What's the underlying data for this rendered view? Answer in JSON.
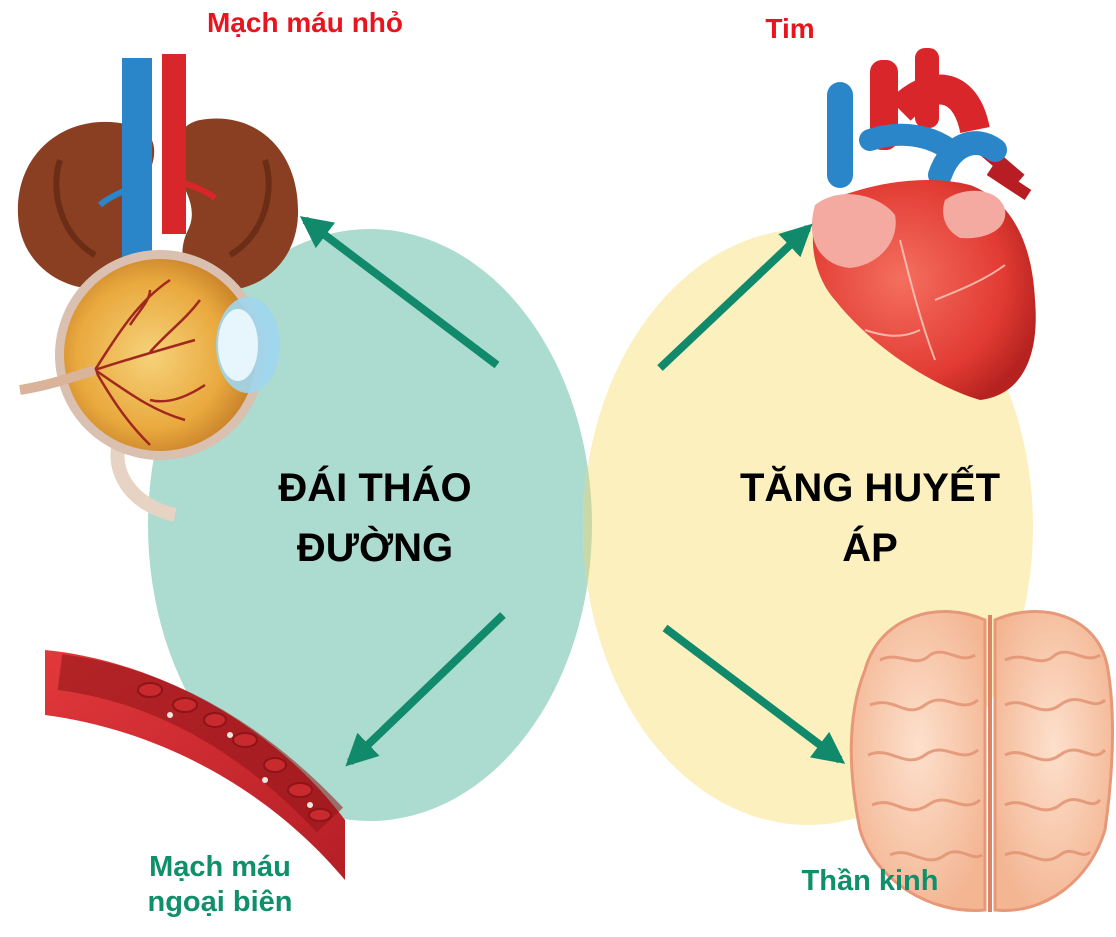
{
  "labels": {
    "small_vessels": "Mạch máu nhỏ",
    "heart": "Tim",
    "peripheral_line1": "Mạch máu",
    "peripheral_line2": "ngoại biên",
    "nerves": "Thần kinh"
  },
  "circles": {
    "diabetes_line1": "ĐÁI THÁO",
    "diabetes_line2": "ĐƯỜNG",
    "hypertension_line1": "TĂNG HUYẾT",
    "hypertension_line2": "ÁP"
  },
  "icons": [
    "kidneys-icon",
    "eye-icon",
    "heart-icon",
    "blood-vessel-icon",
    "brain-icon"
  ],
  "colors": {
    "diabetes_circle": "#acdbcf",
    "hypertension_circle": "#fcf0bf",
    "overlap": "#c9d8a6",
    "arrow": "#11896b",
    "organ_label": "#e8141e",
    "complication_label": "#0f8f6a"
  }
}
